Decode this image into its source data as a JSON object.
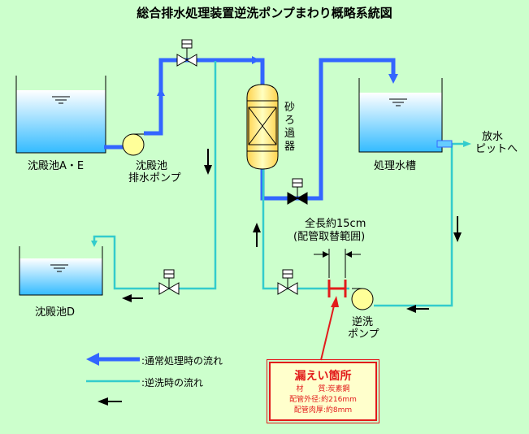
{
  "title": "総合排水処理装置逆洗ポンプまわり概略系統図",
  "labels": {
    "sedimentation_ae": "沈殿池A・E",
    "pump_label_l1": "沈殿池",
    "pump_label_l2": "排水ポンプ",
    "sand_filter_chars": [
      "砂",
      "ろ",
      "過",
      "器"
    ],
    "treated_tank": "処理水槽",
    "discharge_l1": "放水",
    "discharge_l2": "ピットへ",
    "sedimentation_d": "沈殿池D",
    "backwash_pump_l1": "逆洗",
    "backwash_pump_l2": "ポンプ",
    "span_note_l1": "全長約15cm",
    "span_note_l2": "(配管取替範囲)"
  },
  "leak_box": {
    "title": "漏えい箇所",
    "rows": [
      {
        "key": "材　　質",
        "value": "炭素鋼"
      },
      {
        "key": "配管外径",
        "value": "約216mm"
      },
      {
        "key": "配管肉厚",
        "value": "約8mm"
      }
    ]
  },
  "legend": {
    "normal_flow": ":通常処理時の流れ",
    "backwash_flow": ":逆洗時の流れ"
  },
  "colors": {
    "background": "#ccffcc",
    "normal_flow": "#3366ff",
    "backwash_flow": "#33cccc",
    "water": "#33bbff",
    "leak_red": "#e21b1b",
    "pump_fill": "#ffff99",
    "filter_fill": "#ffee66"
  }
}
